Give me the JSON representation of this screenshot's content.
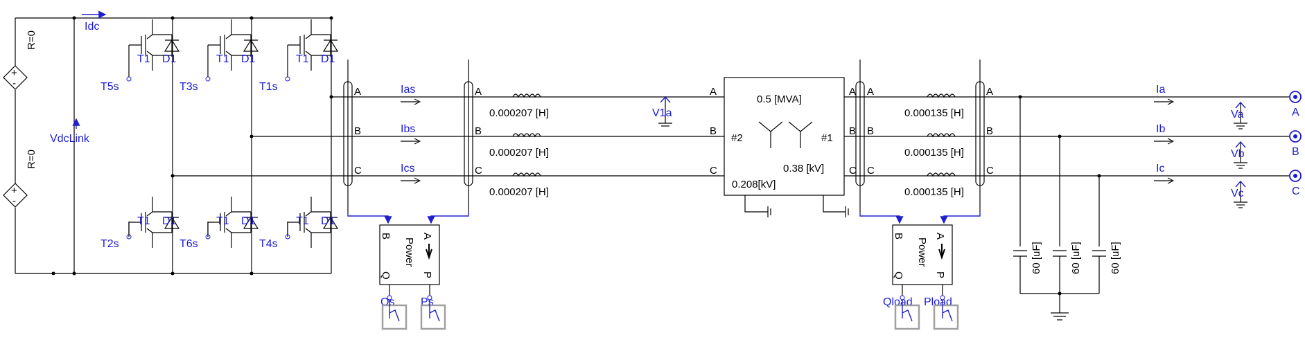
{
  "sources": {
    "r_top": "R=0",
    "r_bot": "R=0",
    "plus": "+",
    "minus": "-"
  },
  "dc": {
    "current": "Idc",
    "voltage": "VdcLink"
  },
  "switch_label": "T1",
  "diode_label": "D1",
  "gates": {
    "top": [
      "T5s",
      "T3s",
      "T1s"
    ],
    "bottom": [
      "T2s",
      "T6s",
      "T4s"
    ]
  },
  "phases": [
    "A",
    "B",
    "C"
  ],
  "left_currents": [
    "Ias",
    "Ibs",
    "Ics"
  ],
  "left_inductance": "0.000207 [H]",
  "v1a": "V1a",
  "transformer": {
    "rating": "0.5 [MVA]",
    "w2": "#2",
    "w1": "#1",
    "v1": "0.38 [kV]",
    "v2": "0.208[kV]"
  },
  "right_inductance": "0.000135 [H]",
  "right_currents": [
    "Ia",
    "Ib",
    "Ic"
  ],
  "right_volts": [
    "Va",
    "Vb",
    "Vc"
  ],
  "cap": "60 [uF]",
  "power": {
    "title": "Power",
    "a": "A",
    "b": "B",
    "p": "P",
    "q": "Q"
  },
  "meters_left": [
    "Qs",
    "Ps"
  ],
  "meters_right": [
    "Qload",
    "Pload"
  ],
  "colors": {
    "wire": "#000000",
    "signal": "#1a1ad6",
    "meter_box": "#a0a0a0"
  }
}
